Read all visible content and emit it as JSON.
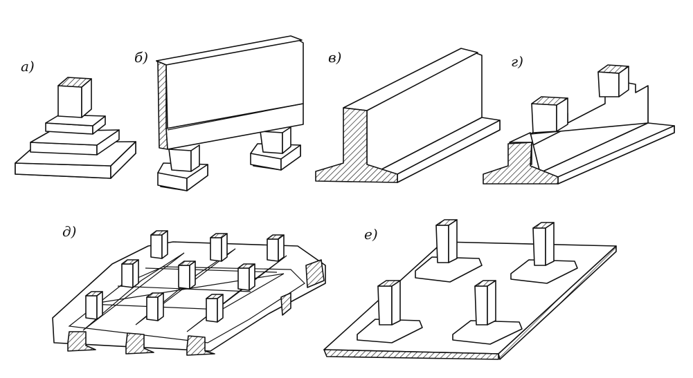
{
  "figure": {
    "labels": {
      "a": "а)",
      "b": "б)",
      "v": "в)",
      "g": "г)",
      "d": "д)",
      "e": "е)"
    }
  }
}
